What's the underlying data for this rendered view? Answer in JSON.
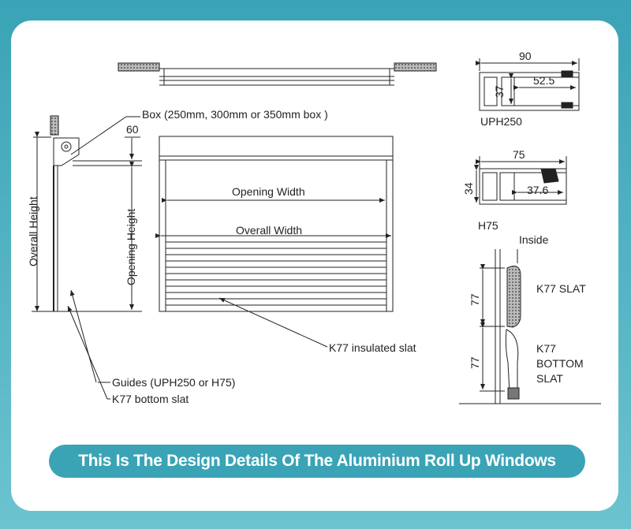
{
  "labels": {
    "box": "Box (250mm, 300mm or 350mm box )",
    "dim_60": "60",
    "overall_height": "Overall Height",
    "opening_height": "Opening Height",
    "opening_width": "Opening Width",
    "overall_width": "Overall Width",
    "insulated_slat": "K77 insulated slat",
    "guides": "Guides (UPH250 or H75)",
    "bottom_slat": "K77 bottom slat"
  },
  "profile_uph250": {
    "name": "UPH250",
    "width": "90",
    "height": "37",
    "inner": "52.5"
  },
  "profile_h75": {
    "name": "H75",
    "width": "75",
    "height": "34",
    "inner": "37.6"
  },
  "slat_detail": {
    "inside": "Inside",
    "k77_slat": "K77 SLAT",
    "dim_a": "77",
    "dim_b": "77",
    "bottom_1": "K77",
    "bottom_2": "BOTTOM",
    "bottom_3": "SLAT"
  },
  "banner": "This Is The Design Details Of The Aluminium Roll Up Windows",
  "colors": {
    "accent": "#3aa3b6",
    "line": "#222222"
  }
}
